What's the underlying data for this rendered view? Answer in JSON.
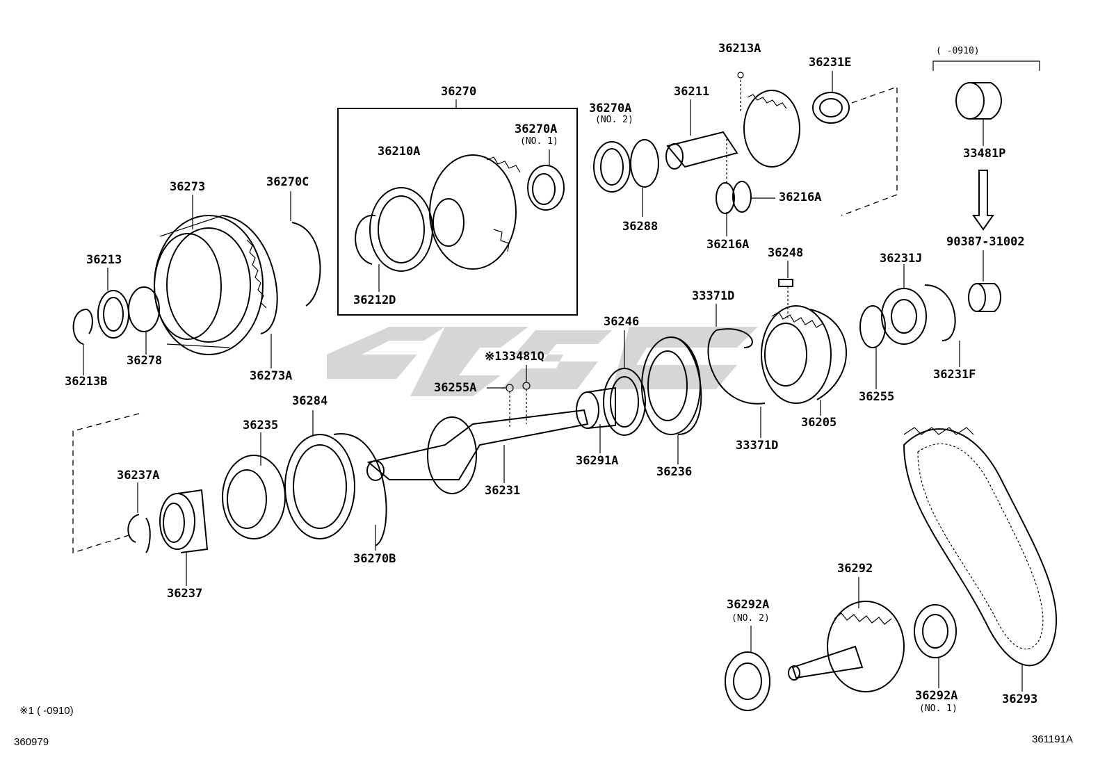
{
  "labels": {
    "p36270": "36270",
    "p36213A": "36213A",
    "p36231E": "36231E",
    "p36211": "36211",
    "p36270A_no2": "36270A",
    "p36270A_no1": "36270A",
    "p36210A": "36210A",
    "p36273": "36273",
    "p36270C": "36270C",
    "p36288": "36288",
    "p36216A_right": "36216A",
    "p36216A_bottom": "36216A",
    "p33481P": "33481P",
    "p90387": "90387-31002",
    "p36213": "36213",
    "p36212D": "36212D",
    "p36248": "36248",
    "p36231J": "36231J",
    "p33371D_top": "33371D",
    "p36246": "36246",
    "p36278": "36278",
    "p36213B": "36213B",
    "p36273A": "36273A",
    "p133481Q": "※133481Q",
    "p36255A": "36255A",
    "p36255": "36255",
    "p36231F": "36231F",
    "p36205": "36205",
    "p36284": "36284",
    "p36235": "36235",
    "p36237A": "36237A",
    "p36291A": "36291A",
    "p36236": "36236",
    "p33371D_bottom": "33371D",
    "p36231": "36231",
    "p36270B": "36270B",
    "p36237": "36237",
    "p36292": "36292",
    "p36292A_no2": "36292A",
    "p36292A_no1": "36292A",
    "p36293": "36293"
  },
  "sublabels": {
    "no2_a": "(NO. 2)",
    "no1_a": "(NO. 1)",
    "no2_b": "(NO. 2)",
    "no1_b": "(NO. 1)",
    "bracket_range": "(      -0910)"
  },
  "footnote": "※1 (      -0910)",
  "left_code": "360979",
  "right_code": "361191A",
  "watermark_color": "#cfcfcf"
}
